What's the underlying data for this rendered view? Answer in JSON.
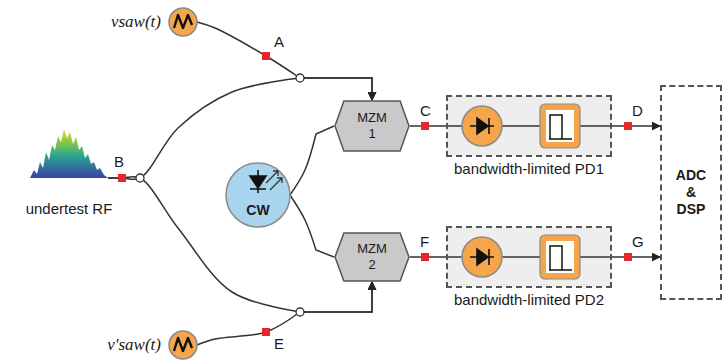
{
  "diagram": {
    "nodes": [
      {
        "text": [
          "vsaw(t)"
        ]
      },
      {
        "text": [
          "undertest RF"
        ]
      },
      {
        "text": [
          "CW"
        ]
      },
      {
        "text": [
          "MZM 1"
        ]
      },
      {
        "text": [
          "MZM 2"
        ]
      },
      {
        "text": [
          "bandwidth-limited PD1"
        ]
      },
      {
        "text": [
          "bandwidth-limited PD2"
        ]
      },
      {
        "text": [
          "ADC & DSP"
        ]
      },
      {
        "text": [
          "v'saw(t)"
        ]
      }
    ],
    "edges": [
      {
        "from": 0,
        "to": 3,
        "arrow": "to"
      },
      {
        "from": 1,
        "to": 3,
        "arrow": "to"
      },
      {
        "from": 1,
        "to": 4,
        "arrow": "to"
      },
      {
        "from": 2,
        "to": 3,
        "arrow": "none"
      },
      {
        "from": 2,
        "to": 4,
        "arrow": "none"
      },
      {
        "from": 8,
        "to": 4,
        "arrow": "to"
      },
      {
        "from": 3,
        "to": 5,
        "arrow": "none"
      },
      {
        "from": 4,
        "to": 6,
        "arrow": "none"
      },
      {
        "from": 5,
        "to": 7,
        "arrow": "to"
      },
      {
        "from": 6,
        "to": 7,
        "arrow": "to"
      }
    ],
    "labels": [
      "A",
      "B",
      "C",
      "D",
      "E",
      "F",
      "G"
    ]
  }
}
